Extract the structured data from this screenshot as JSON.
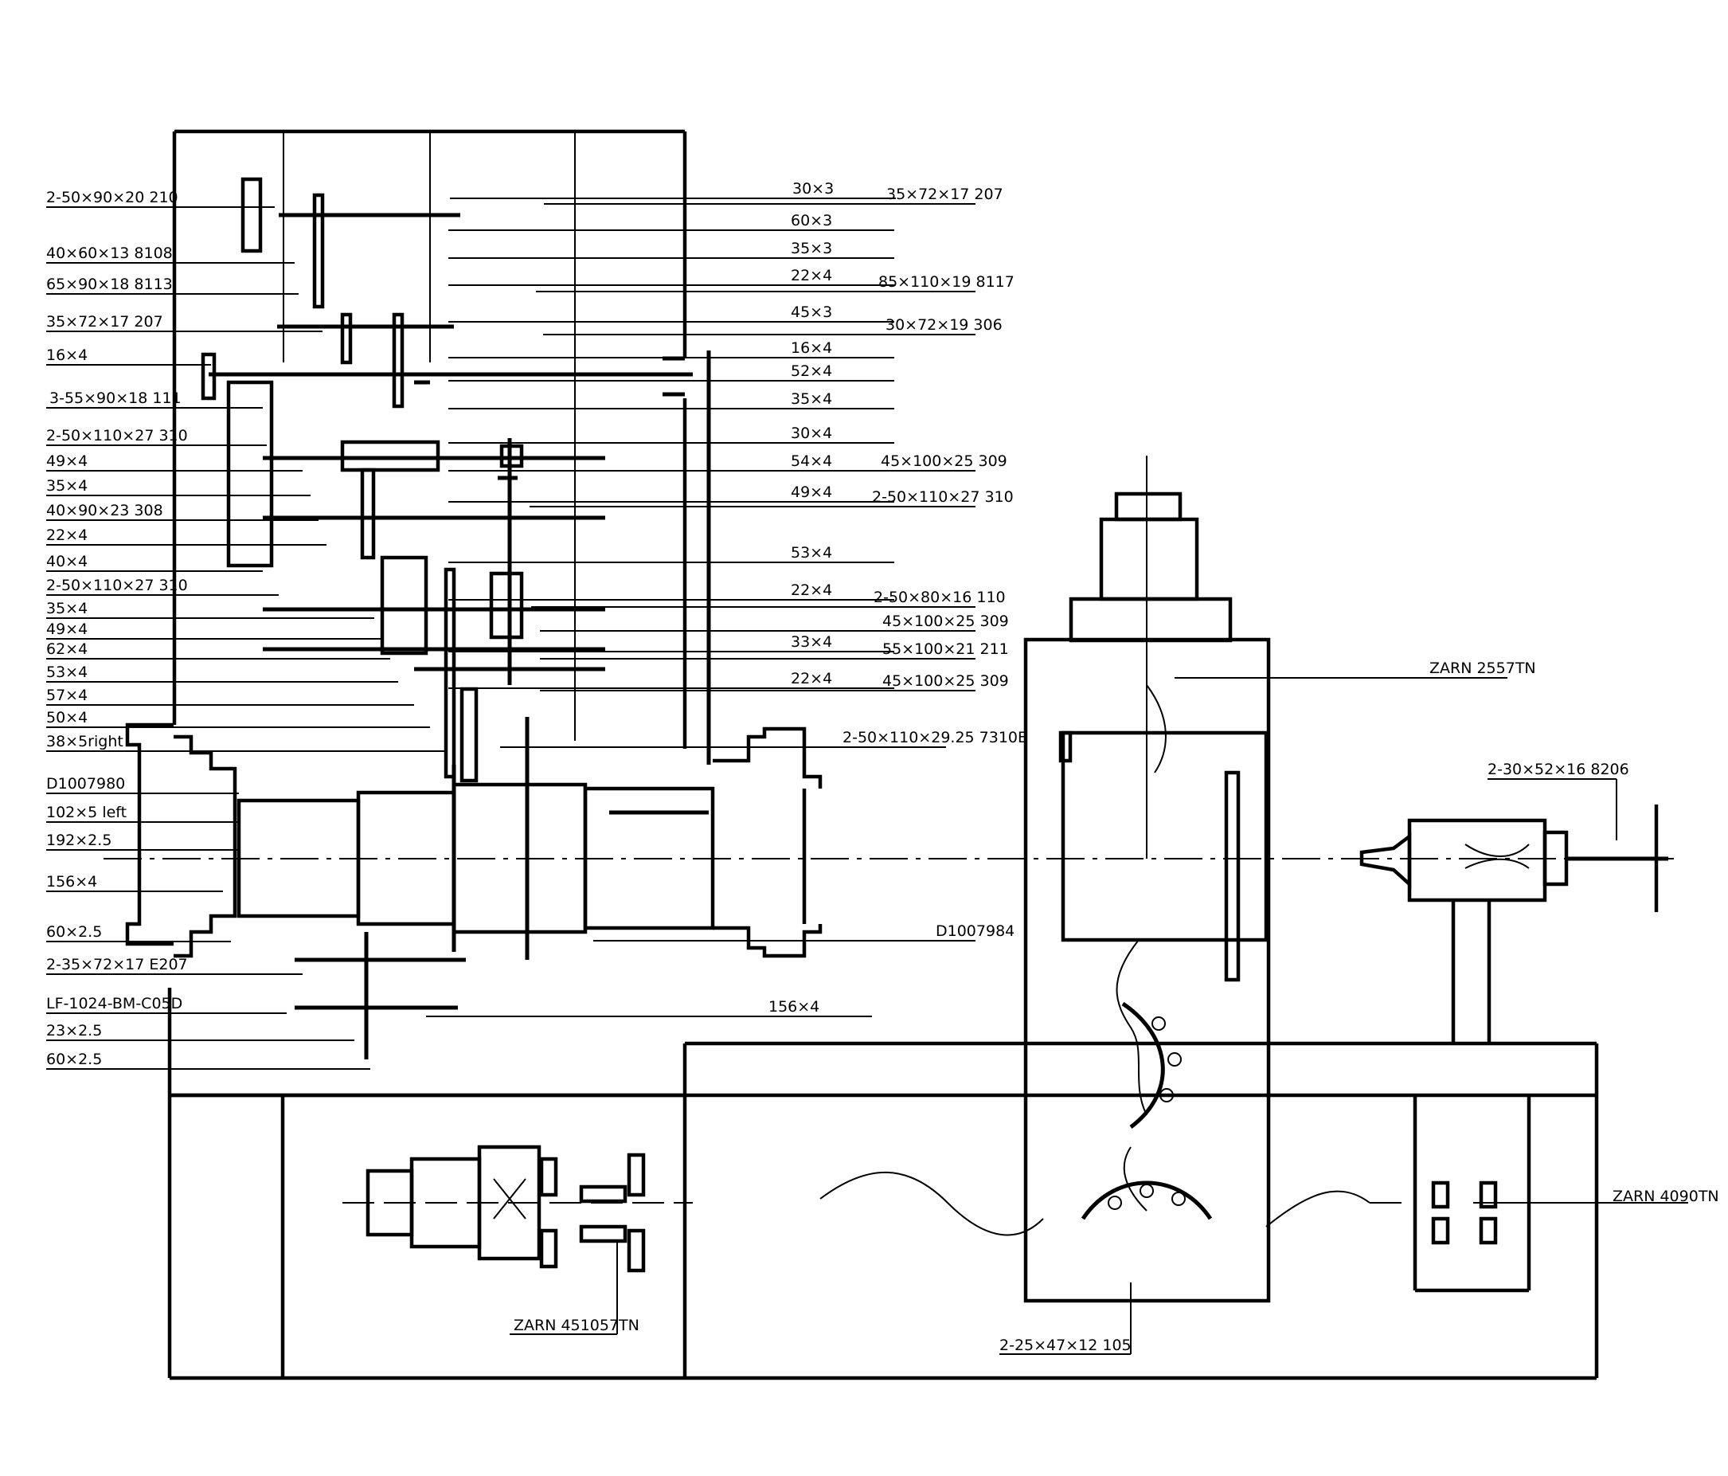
{
  "drawing": {
    "left_labels": [
      "2-50×90×20 210",
      "40×60×13 8108",
      "65×90×18 8113",
      "35×72×17 207",
      "16×4",
      "3-55×90×18 111",
      "2-50×110×27 310",
      "49×4",
      "35×4",
      "40×90×23 308",
      "22×4",
      "40×4",
      "2-50×110×27 310",
      "35×4",
      "49×4",
      "62×4",
      "53×4",
      "57×4",
      "50×4",
      "38×5right",
      "D1007980",
      "102×5 left",
      "192×2.5",
      "156×4",
      "60×2.5",
      "2-35×72×17 E207",
      "LF-1024-BM-C05D",
      "23×2.5",
      "60×2.5"
    ],
    "right_labels": [
      "30×3",
      "35×72×17 207",
      "60×3",
      "35×3",
      "22×4",
      "85×110×19 8117",
      "45×3",
      "30×72×19 306",
      "16×4",
      "52×4",
      "35×4",
      "30×4",
      "54×4",
      "45×100×25 309",
      "49×4",
      "2-50×110×27 310",
      "53×4",
      "22×4",
      "2-50×80×16 110",
      "45×100×25 309",
      "33×4",
      "55×100×21 211",
      "22×4",
      "45×100×25 309",
      "2-50×110×29.25 7310E",
      "D1007984",
      "156×4"
    ],
    "other_labels": [
      "ZARN 2557TN",
      "2-30×52×16 8206",
      "ZARN 4090TN",
      "ZARN 451057TN",
      "2-25×47×12 105"
    ]
  }
}
